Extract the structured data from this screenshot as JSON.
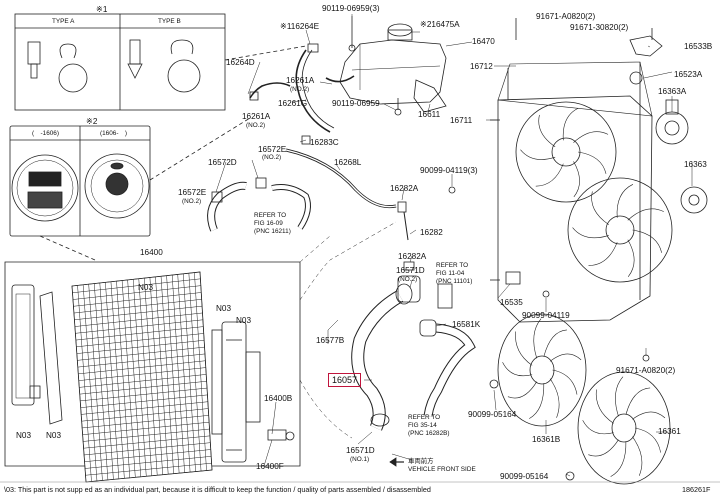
{
  "page_code": "186261F",
  "footnote": "\\03: This part is not supp ed as an individual part, because it is difficult to keep the function / quality of parts assembled / disassembled",
  "legend": {
    "mark": "※1",
    "col_a": "TYPE A",
    "col_b": "TYPE B",
    "mark2": "※2",
    "period_a": "(　-1606)",
    "period_b": "(1606-　)"
  },
  "front_note": {
    "jp": "車両前方",
    "en": "VEHICLE FRONT SIDE"
  },
  "labels": {
    "p90119_06959_3": "90119-06959(3)",
    "p16264e": "※116264E",
    "p16475a": "※216475A",
    "p16470": "16470",
    "p91671_a0820_2a": "91671-A0820(2)",
    "p91671_30820_2": "91671-30820(2)",
    "p16533b": "16533B",
    "p16264d": "16264D",
    "p16712": "16712",
    "p16523a": "16523A",
    "p16261a_top": "16261A",
    "p16261a_top_no": "(NO.2)",
    "p16261g": "16261G",
    "p90119_06959": "90119-06959",
    "p16261a_left": "16261A",
    "p16261a_left_no": "(NO.2)",
    "p16611": "16611",
    "p16711": "16711",
    "p16363a": "16363A",
    "p16283c": "16283C",
    "p16572e_top": "16572E",
    "p16572e_top_no": "(NO.2)",
    "p16572d": "16572D",
    "p16268l": "16268L",
    "p90099_04119_3": "90099-04119(3)",
    "p16363": "16363",
    "p16572e_left": "16572E",
    "p16572e_left_no": "(NO.2)",
    "p16282a_top": "16282A",
    "refer_top": "REFER TO",
    "refer_top2": "FIG 16-09",
    "refer_top3": "(PNC 16211)",
    "p16282": "16282",
    "p16400": "16400",
    "p16282a_mid": "16282A",
    "p16571d_top": "16571D",
    "p16571d_top_no": "(NO.2)",
    "refer_mid": "REFER TO",
    "refer_mid2": "FIG 11-04",
    "refer_mid3": "(PNC 11101)",
    "p16535": "16535",
    "p90099_04119": "90099-04119",
    "n03_a": "N03",
    "n03_b": "N03",
    "n03_c": "N03",
    "n03_d": "N03",
    "n03_e": "N03",
    "p16577b": "16577B",
    "p16581k": "16581K",
    "p91671_a0820_2b": "91671-A0820(2)",
    "p16057": "16057",
    "p16400b": "16400B",
    "p90099_05164_a": "90099-05164",
    "refer_bot": "REFER TO",
    "refer_bot2": "FIG 35-14",
    "refer_bot3": "(PNC 16282B)",
    "p16361b": "16361B",
    "p16361": "16361",
    "p16571d_bot": "16571D",
    "p16571d_bot_no": "(NO.1)",
    "p16400f": "16400F",
    "p90099_05164_b": "90099-05164"
  }
}
